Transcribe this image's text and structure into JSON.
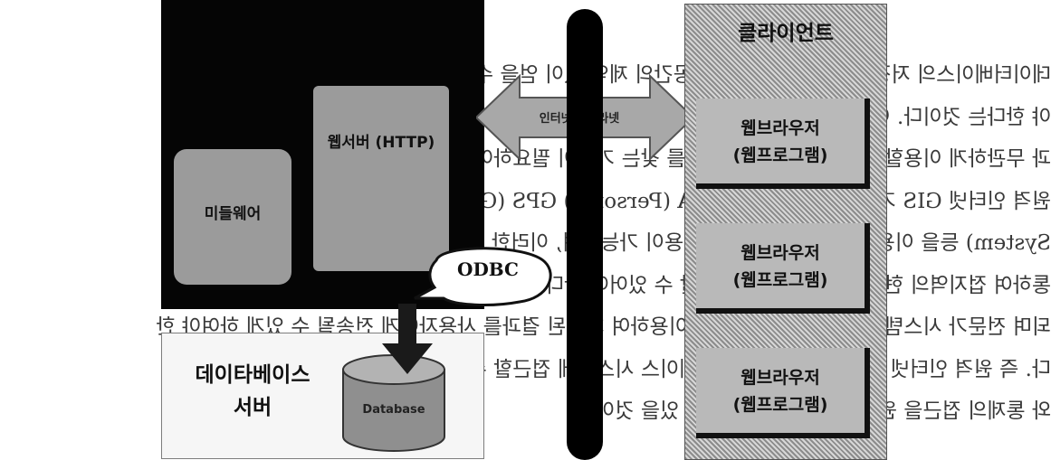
{
  "background_text": [
    "데이터베이스의 저장 용량이 작은 시간과 공간의 제약 없이 얻을 수 있어",
    "야 한다는 것이다. 이러한 측면에서 볼 때 다양한 기능을 갖고, 플랫폼",
    "과 무관하게 이용할 수 있는 웹 인터페이스를 갖는 기술이 필요하여야 한다. 또한",
    "원격 인터넷 GIS 기술의 발전에 따라 PDA (Personal) GPS (Global Positioning",
    "System) 등을 이용한 시스템의 융합적 응용이 가능하며, 이러한 기타 휴대 PC를",
    "통하여 접지역의 현장데이터를 직접 입력할 수 있어야 한다. 입력된 정보를 시스템에 전송",
    "되며 전문가 시스템(Expert System)을 이용하여 처리된 결과를 사용자에게 전송될 수 있게 하여야 한",
    "다. 즉 원격 인터넷 환경을 통하여 데이터베이스 시스템에 접근할 수 있도록 하여야 하나 실제 업무",
    "와 통제의 접근을 원격 지원으로 처리할 수 있을 것이다."
  ],
  "server": {
    "web_server_label": "웹서버 (HTTP)",
    "app_server_label": "미들웨어",
    "db_server_title": "데이타베이스\n서버",
    "db_label": "Database"
  },
  "connection": {
    "odbc_label": "ODBC",
    "arrow_label": "인터넷/인트라넷"
  },
  "client": {
    "title": "클라이언트",
    "browsers": [
      "웹브라우저\n(웹프로그램)",
      "웹브라우저\n(웹프로그램)",
      "웹브라우저\n(웹프로그램)"
    ]
  },
  "colors": {
    "server_block": "#050505",
    "gray_box": "#9b9b9b",
    "client_pattern": "#8c8c8c",
    "arrow_gray": "#a8a8a8"
  }
}
